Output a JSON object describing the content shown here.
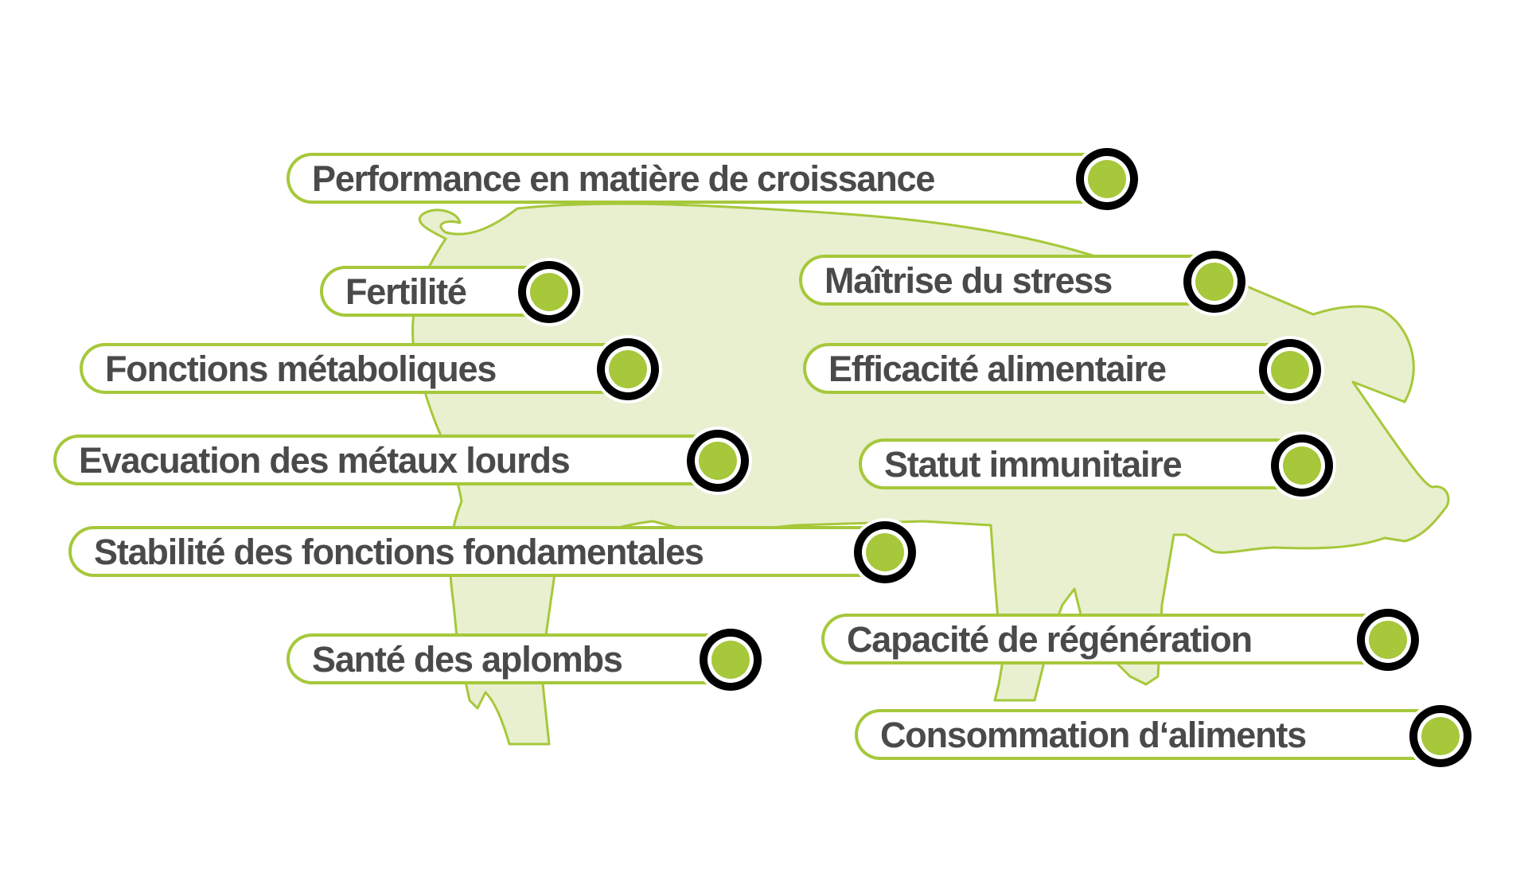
{
  "figure": {
    "subject": "pig-silhouette",
    "colors": {
      "accent_green": "#a6c83a",
      "pig_fill": "#e8f0d0",
      "label_text": "#4a4a4a",
      "dot_ring": "#000000",
      "background": "#ffffff"
    }
  },
  "labels": [
    {
      "id": "growth",
      "text": "Performance en matière de croissance"
    },
    {
      "id": "fertility",
      "text": "Fertilité"
    },
    {
      "id": "metabolic",
      "text": "Fonctions métaboliques"
    },
    {
      "id": "heavy-metals",
      "text": "Evacuation des métaux lourds"
    },
    {
      "id": "basic-functions",
      "text": "Stabilité des fonctions fondamentales"
    },
    {
      "id": "legs",
      "text": "Santé des aplombs"
    },
    {
      "id": "stress",
      "text": "Maîtrise du stress"
    },
    {
      "id": "feed-efficiency",
      "text": "Efficacité alimentaire"
    },
    {
      "id": "immune",
      "text": "Statut immunitaire"
    },
    {
      "id": "regeneration",
      "text": "Capacité de régénération"
    },
    {
      "id": "feed-intake",
      "text": "Consommation d‘aliments"
    }
  ]
}
